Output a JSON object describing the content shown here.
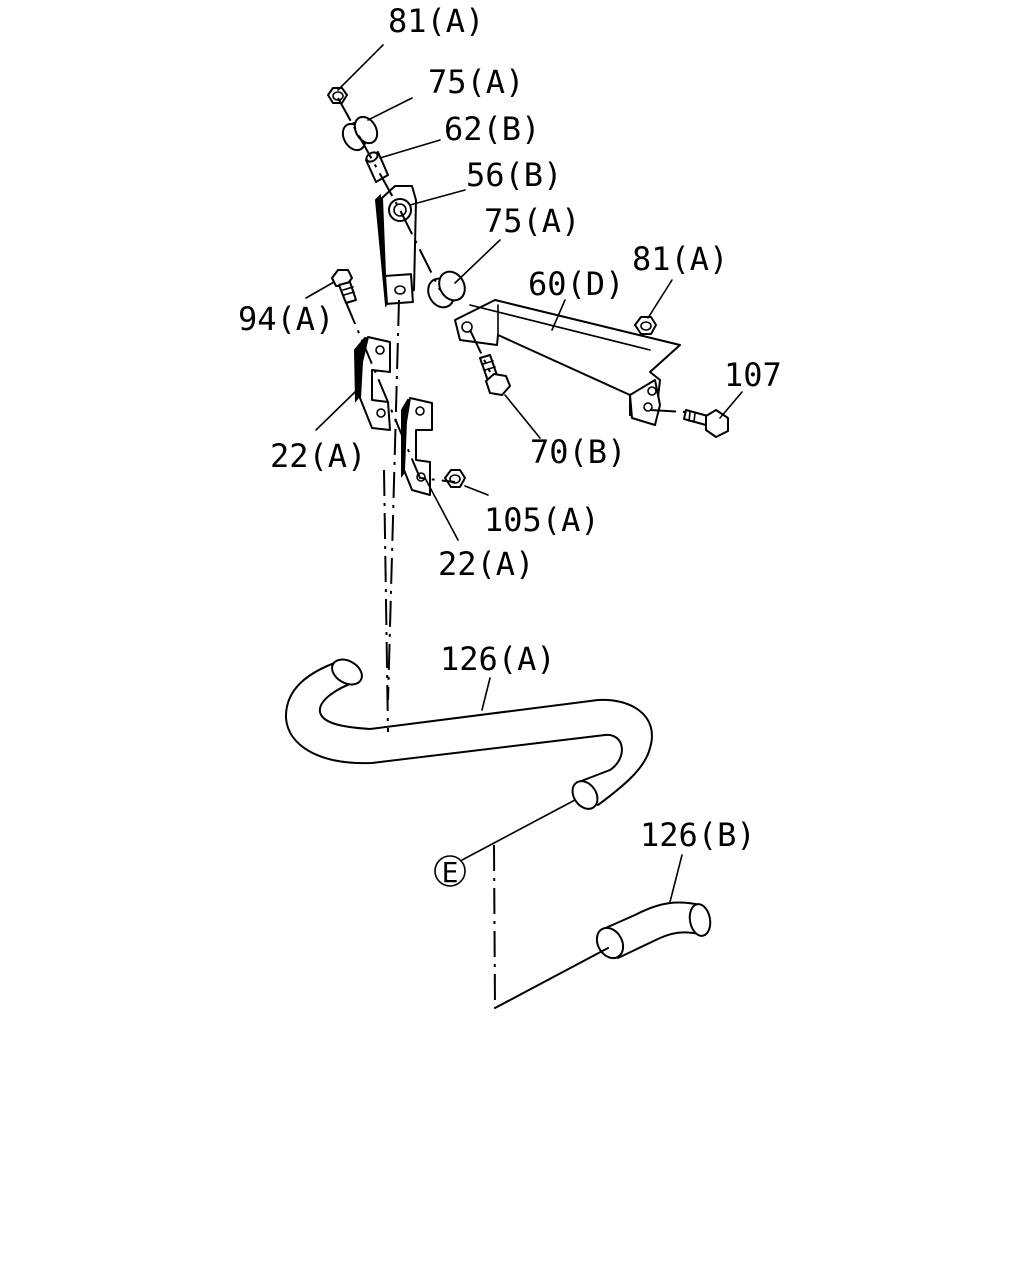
{
  "colors": {
    "ink": "#000000",
    "paper": "#ffffff"
  },
  "labels": {
    "nut_81a_top": "81(A)",
    "bush_75a_top": "75(A)",
    "collar_62b": "62(B)",
    "bracket_56b": "56(B)",
    "bush_75a_mid": "75(A)",
    "nut_81a_right": "81(A)",
    "bracket_60d": "60(D)",
    "bolt_94a": "94(A)",
    "bolt_107": "107",
    "clamp_22a_left": "22(A)",
    "bolt_70b": "70(B)",
    "nut_105a": "105(A)",
    "clamp_22a_right": "22(A)",
    "hose_126a": "126(A)",
    "hose_126b": "126(B)",
    "ref_e": "E"
  }
}
